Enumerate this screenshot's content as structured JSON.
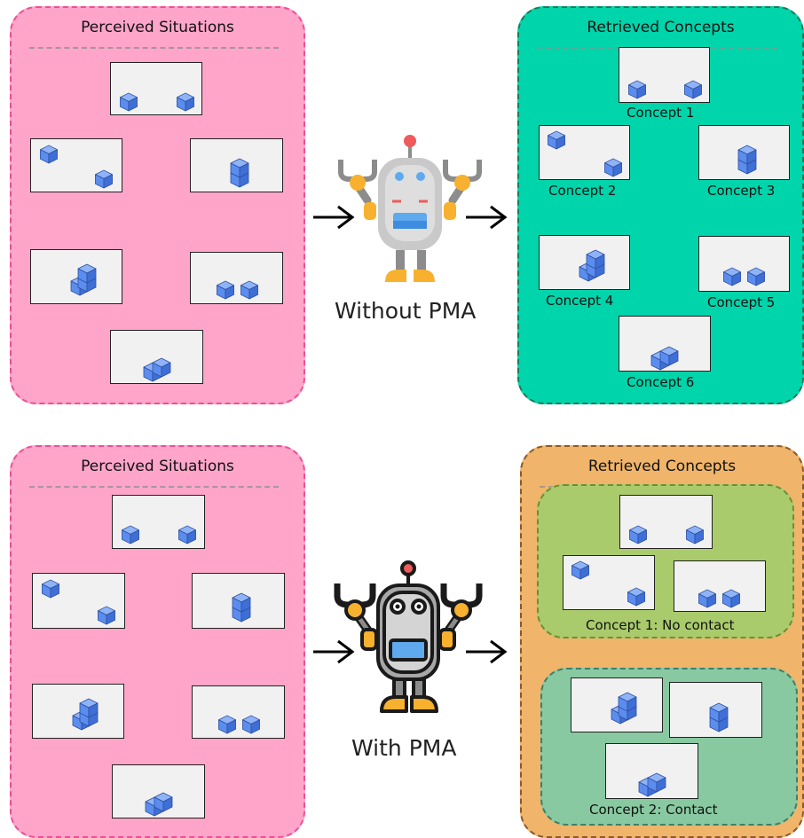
{
  "top_row": {
    "perceived_title": "Perceived Situations",
    "retrieved_title": "Retrieved Concepts",
    "robot_caption": "Without PMA",
    "concept_labels": [
      "Concept 1",
      "Concept 2",
      "Concept 3",
      "Concept 4",
      "Concept 5",
      "Concept 6"
    ]
  },
  "bottom_row": {
    "perceived_title": "Perceived Situations",
    "retrieved_title": "Retrieved Concepts",
    "robot_caption": "With PMA",
    "group_labels": [
      "Concept 1: No contact",
      "Concept 2: Contact"
    ]
  },
  "colors": {
    "perceived_panel": "#fea5c9",
    "perceived_border": "#ee4e97",
    "retrieved_top_panel": "#00d4aa",
    "retrieved_top_border": "#1b7a5a",
    "retrieved_bottom_panel": "#f0b46a",
    "retrieved_bottom_border": "#8a5a2a",
    "no_contact_group": "#a9cb6b",
    "no_contact_border": "#6e8e36",
    "contact_group": "#88c9a1",
    "contact_border": "#3f7f68",
    "cube_blue": "#5b8def"
  },
  "icons": {
    "robot_top": "robot-gray-icon",
    "robot_bottom": "robot-outlined-icon",
    "arrow": "right-arrow-icon",
    "cube": "blue-cube-icon"
  }
}
